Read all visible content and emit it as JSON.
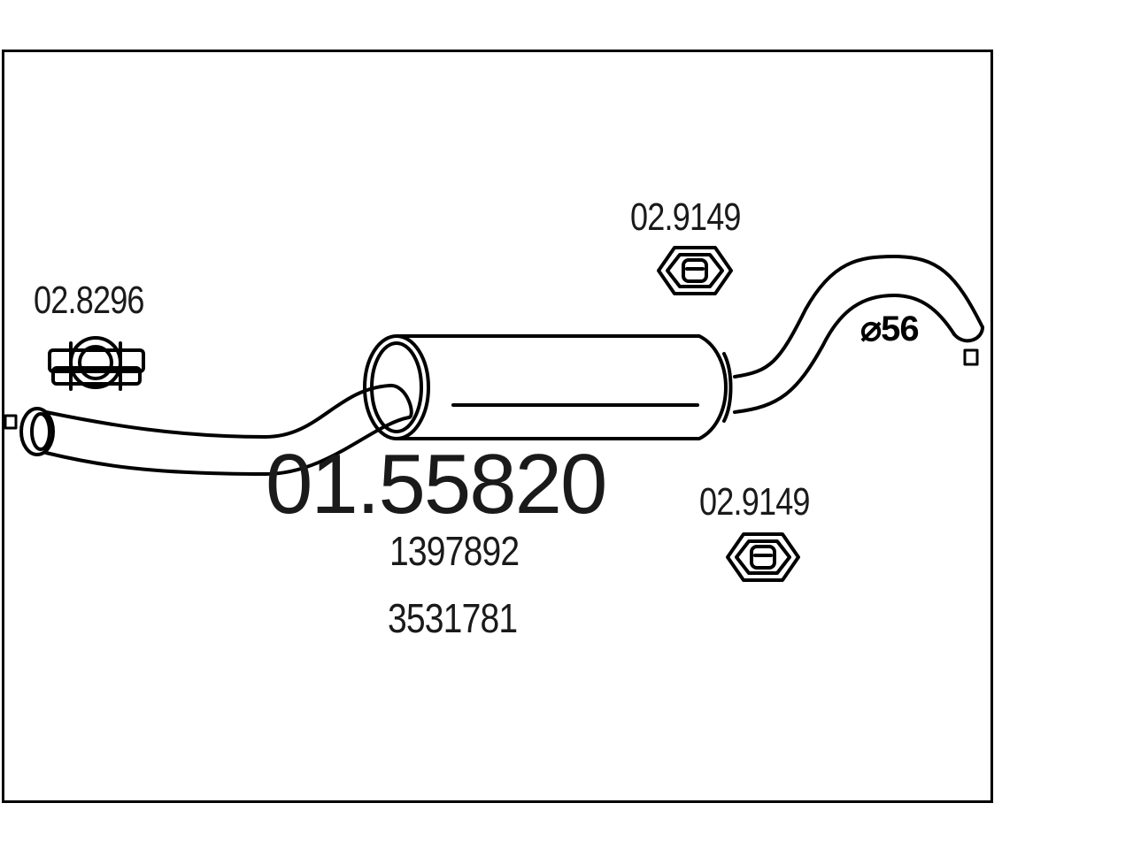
{
  "diagram": {
    "main_part_number": "01.55820",
    "reference_numbers": [
      "1397892",
      "3531781"
    ],
    "diameter_label": "⌀56",
    "accessories": [
      {
        "part_number": "02.8296",
        "icon": "pipe-clamp-icon"
      },
      {
        "part_number": "02.9149",
        "icon": "rubber-mount-icon"
      },
      {
        "part_number": "02.9149",
        "icon": "rubber-mount-icon"
      }
    ]
  }
}
